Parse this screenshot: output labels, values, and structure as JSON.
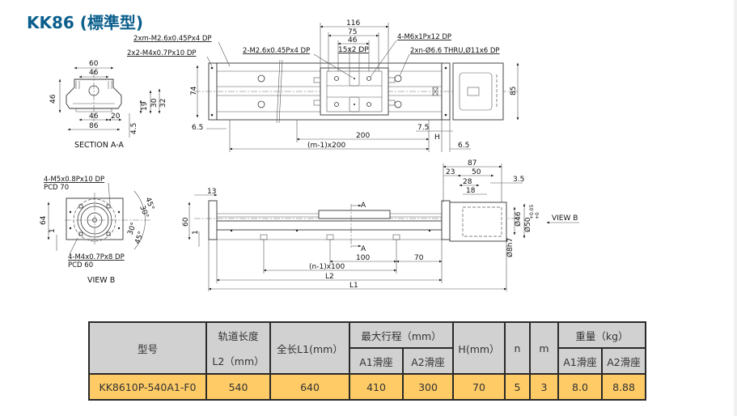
{
  "title": "KK86 (標準型)",
  "drawing": {
    "top_view": {
      "callouts": [
        "2xm-M2.6x0.45Px4 DP",
        "2x2-M4x0.7Px10 DP",
        "2-M2.6x0.45Px4 DP",
        "4-M6x1Px12 DP",
        "2xn-Ø6.6 THRU,Ø11x6 DP"
      ],
      "dims": {
        "w116": "116",
        "w75": "75",
        "w46": "46",
        "slot": "15x2 DP",
        "h74": "74",
        "h85": "85",
        "e65_left": "6.5",
        "e75": "7.5",
        "p200": "200",
        "H": "H",
        "m200": "(m-1)x200",
        "e65_right": "6.5"
      }
    },
    "section_aa": {
      "label": "SECTION A-A",
      "dims": {
        "w60": "60",
        "w46_top": "46",
        "h46": "46",
        "w46_bot": "46",
        "w20": "20",
        "w86": "86",
        "h19": "19",
        "h30": "30",
        "h32": "32",
        "h45": "4.5"
      }
    },
    "view_b": {
      "label": "VIEW B",
      "callouts": [
        "4-M5x0.8Px10 DP",
        "PCD 70",
        "4-M4x0.7Px8 DP",
        "PCD 60"
      ],
      "dims": {
        "h64": "64",
        "h1": "1",
        "a45a": "45°",
        "a30a": "30°",
        "a30b": "30°",
        "a45b": "45°"
      }
    },
    "side_view": {
      "dims": {
        "w13": "13",
        "h60": "60",
        "h1": "1",
        "sec_a": "A",
        "p100": "100",
        "e70": "70",
        "n100": "(n-1)x100",
        "L2": "L2",
        "L1": "L1"
      }
    },
    "motor_view": {
      "dims": {
        "w87": "87",
        "w23": "23",
        "w50": "50",
        "w28": "28",
        "w18": "18",
        "w35": "3.5",
        "d46": "Ø46",
        "d50": "Ø50",
        "d50_tol_up": "+0.05",
        "d50_tol_lo": "+0",
        "d8": "Ø8h7",
        "view_b": "VIEW B"
      }
    }
  },
  "table": {
    "headers": {
      "model": "型号",
      "rail_length_line1": "轨道长度",
      "rail_length_line2": "L2（mm）",
      "total_length": "全长L1(mm）",
      "max_stroke": "最大行程（mm）",
      "max_stroke_a1": "A1滑座",
      "max_stroke_a2": "A2滑座",
      "h": "H(mm）",
      "n": "n",
      "m": "m",
      "weight": "重量（kg）",
      "weight_a1": "A1滑座",
      "weight_a2": "A2滑座"
    },
    "rows": [
      {
        "model": "KK8610P-540A1-F0",
        "l2": "540",
        "l1": "640",
        "stroke_a1": "410",
        "stroke_a2": "300",
        "h": "70",
        "n": "5",
        "m": "3",
        "weight_a1": "8.0",
        "weight_a2": "8.88"
      }
    ],
    "colors": {
      "header_bg": "#d1d1d1",
      "row_bg": "#fecb66",
      "border": "#2a2a2a"
    }
  }
}
